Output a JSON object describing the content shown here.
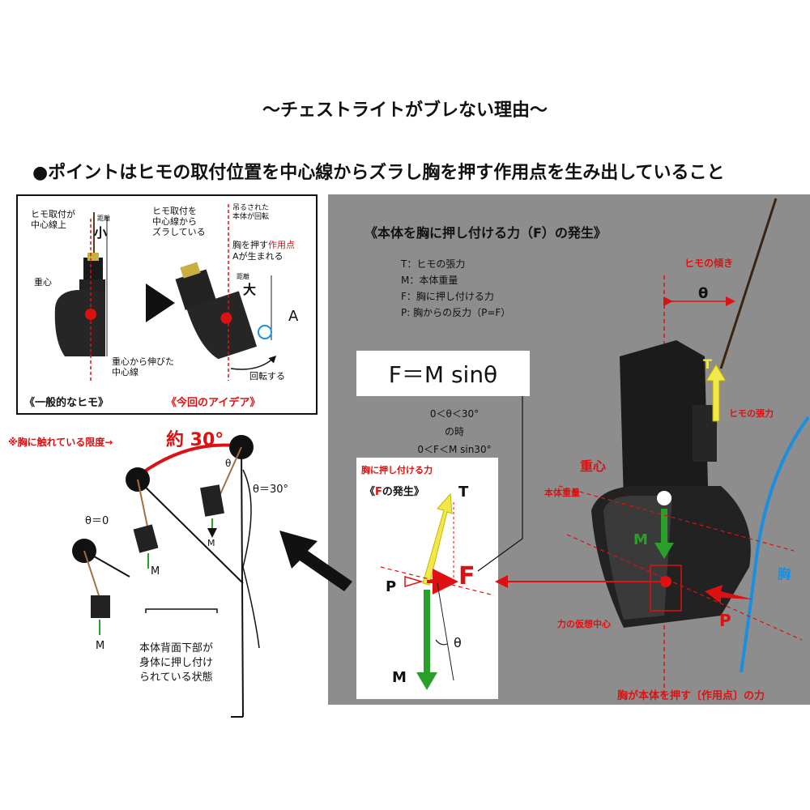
{
  "title": "～チェストライトがブレない理由～",
  "subtitle": "●ポイントはヒモの取付位置を中心線からズラし胸を押す作用点を生み出していること",
  "left_panel": {
    "himo_center": "ヒモ取付が\n中心線上",
    "kyori": "距離",
    "small": "小",
    "juushin": "重心",
    "center_line": "重心から伸びた\n中心線",
    "caption_left": "《一般的なヒモ》",
    "himo_offset": "ヒモ取付を\n中心線から\nズラしている",
    "rotated": "吊るされた\n本体が回転",
    "push_point_pre": "胸を押す",
    "push_point_red": "作用点",
    "push_point_post": "Aが生まれる",
    "kyori2": "距離",
    "large": "大",
    "point_a": "A",
    "rotate": "回転する",
    "caption_right": "《今回のアイデア》"
  },
  "lower_left": {
    "limit_label": "※胸に触れている限度→",
    "approx30": "約 30°",
    "theta0": "θ＝0",
    "theta30": "θ＝30°",
    "theta": "θ",
    "m1": "M",
    "m2": "M",
    "m3": "M",
    "state_label": "本体背面下部が\n身体に押し付け\nられている状態"
  },
  "gray_panel": {
    "heading": "《本体を胸に押し付ける力（F）の発生》",
    "legend": [
      "T：ヒモの張力",
      "M：本体重量",
      "F：胸に押し付ける力",
      "P: 胸からの反力（P=F）"
    ],
    "himo_tilt": "ヒモの傾き",
    "theta": "θ",
    "t": "T",
    "himo_tension": "ヒモの張力",
    "juushin": "重心",
    "weight": "本体重量",
    "m": "M",
    "chest": "胸",
    "p": "P",
    "virtual_center": "力の仮想中心",
    "chest_push": "胸が本体を押す〔作用点〕の力"
  },
  "formula": "F＝M sinθ",
  "condition": [
    "0＜θ＜30°",
    "の時",
    "0＜F＜M sin30°"
  ],
  "white_box": {
    "push_force": "胸に押し付ける力",
    "f_gen": "《Fの発生》",
    "f_gen_prefix": "《",
    "f_gen_red": "F",
    "f_gen_suffix": "の発生》",
    "t": "T",
    "p": "P",
    "f": "F",
    "m": "M",
    "theta": "θ"
  },
  "colors": {
    "red": "#d11111",
    "green": "#2aa02a",
    "yellow": "#f2e84a",
    "blue": "#1a8fe0",
    "gray": "#8d8d8d"
  }
}
